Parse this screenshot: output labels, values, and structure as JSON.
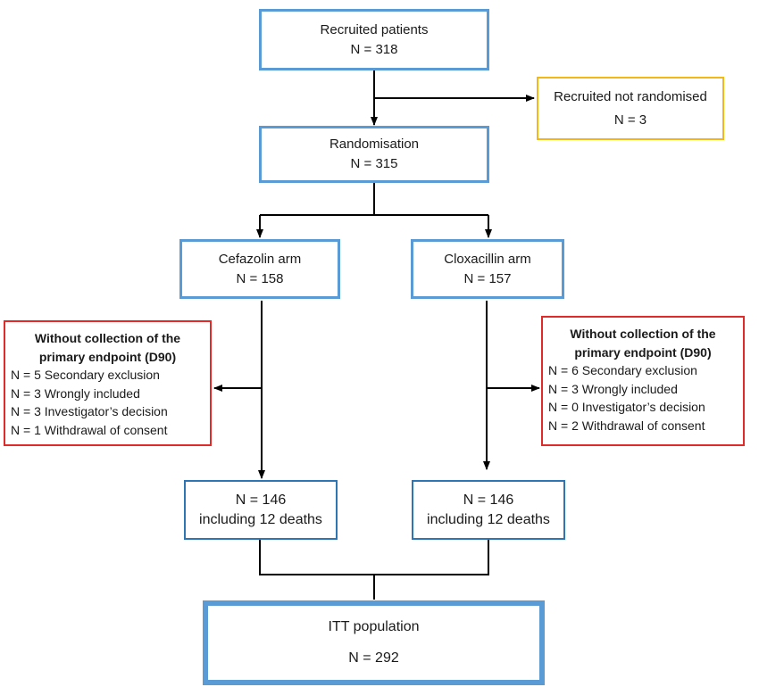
{
  "colors": {
    "blue_border": "#5b9bd5",
    "blue_dark_border": "#2e75b6",
    "yellow_border": "#f2b817",
    "red_border": "#e02b2b",
    "line": "#000000"
  },
  "recruited": {
    "label": "Recruited patients",
    "n": "N = 318"
  },
  "not_randomised": {
    "label": "Recruited not randomised",
    "n": "N = 3"
  },
  "randomisation": {
    "label": "Randomisation",
    "n": "N = 315"
  },
  "cefazolin": {
    "label": "Cefazolin arm",
    "n": "N = 158"
  },
  "cloxacillin": {
    "label": "Cloxacillin arm",
    "n": "N = 157"
  },
  "excl_left": {
    "title_line1": "Without collection of the",
    "title_line2": "primary endpoint (D90)",
    "items": [
      "N = 5 Secondary exclusion",
      "N = 3 Wrongly included",
      "N = 3 Investigator’s decision",
      "N = 1 Withdrawal of consent"
    ]
  },
  "excl_right": {
    "title_line1": "Without collection of the",
    "title_line2": "primary endpoint (D90)",
    "items": [
      "N = 6 Secondary exclusion",
      "N = 3 Wrongly included",
      "N = 0 Investigator’s decision",
      "N = 2 Withdrawal of consent"
    ]
  },
  "final_left": {
    "n": "N = 146",
    "detail": "including 12 deaths"
  },
  "final_right": {
    "n": "N = 146",
    "detail": "including 12 deaths"
  },
  "itt": {
    "label": "ITT population",
    "n": "N = 292"
  }
}
